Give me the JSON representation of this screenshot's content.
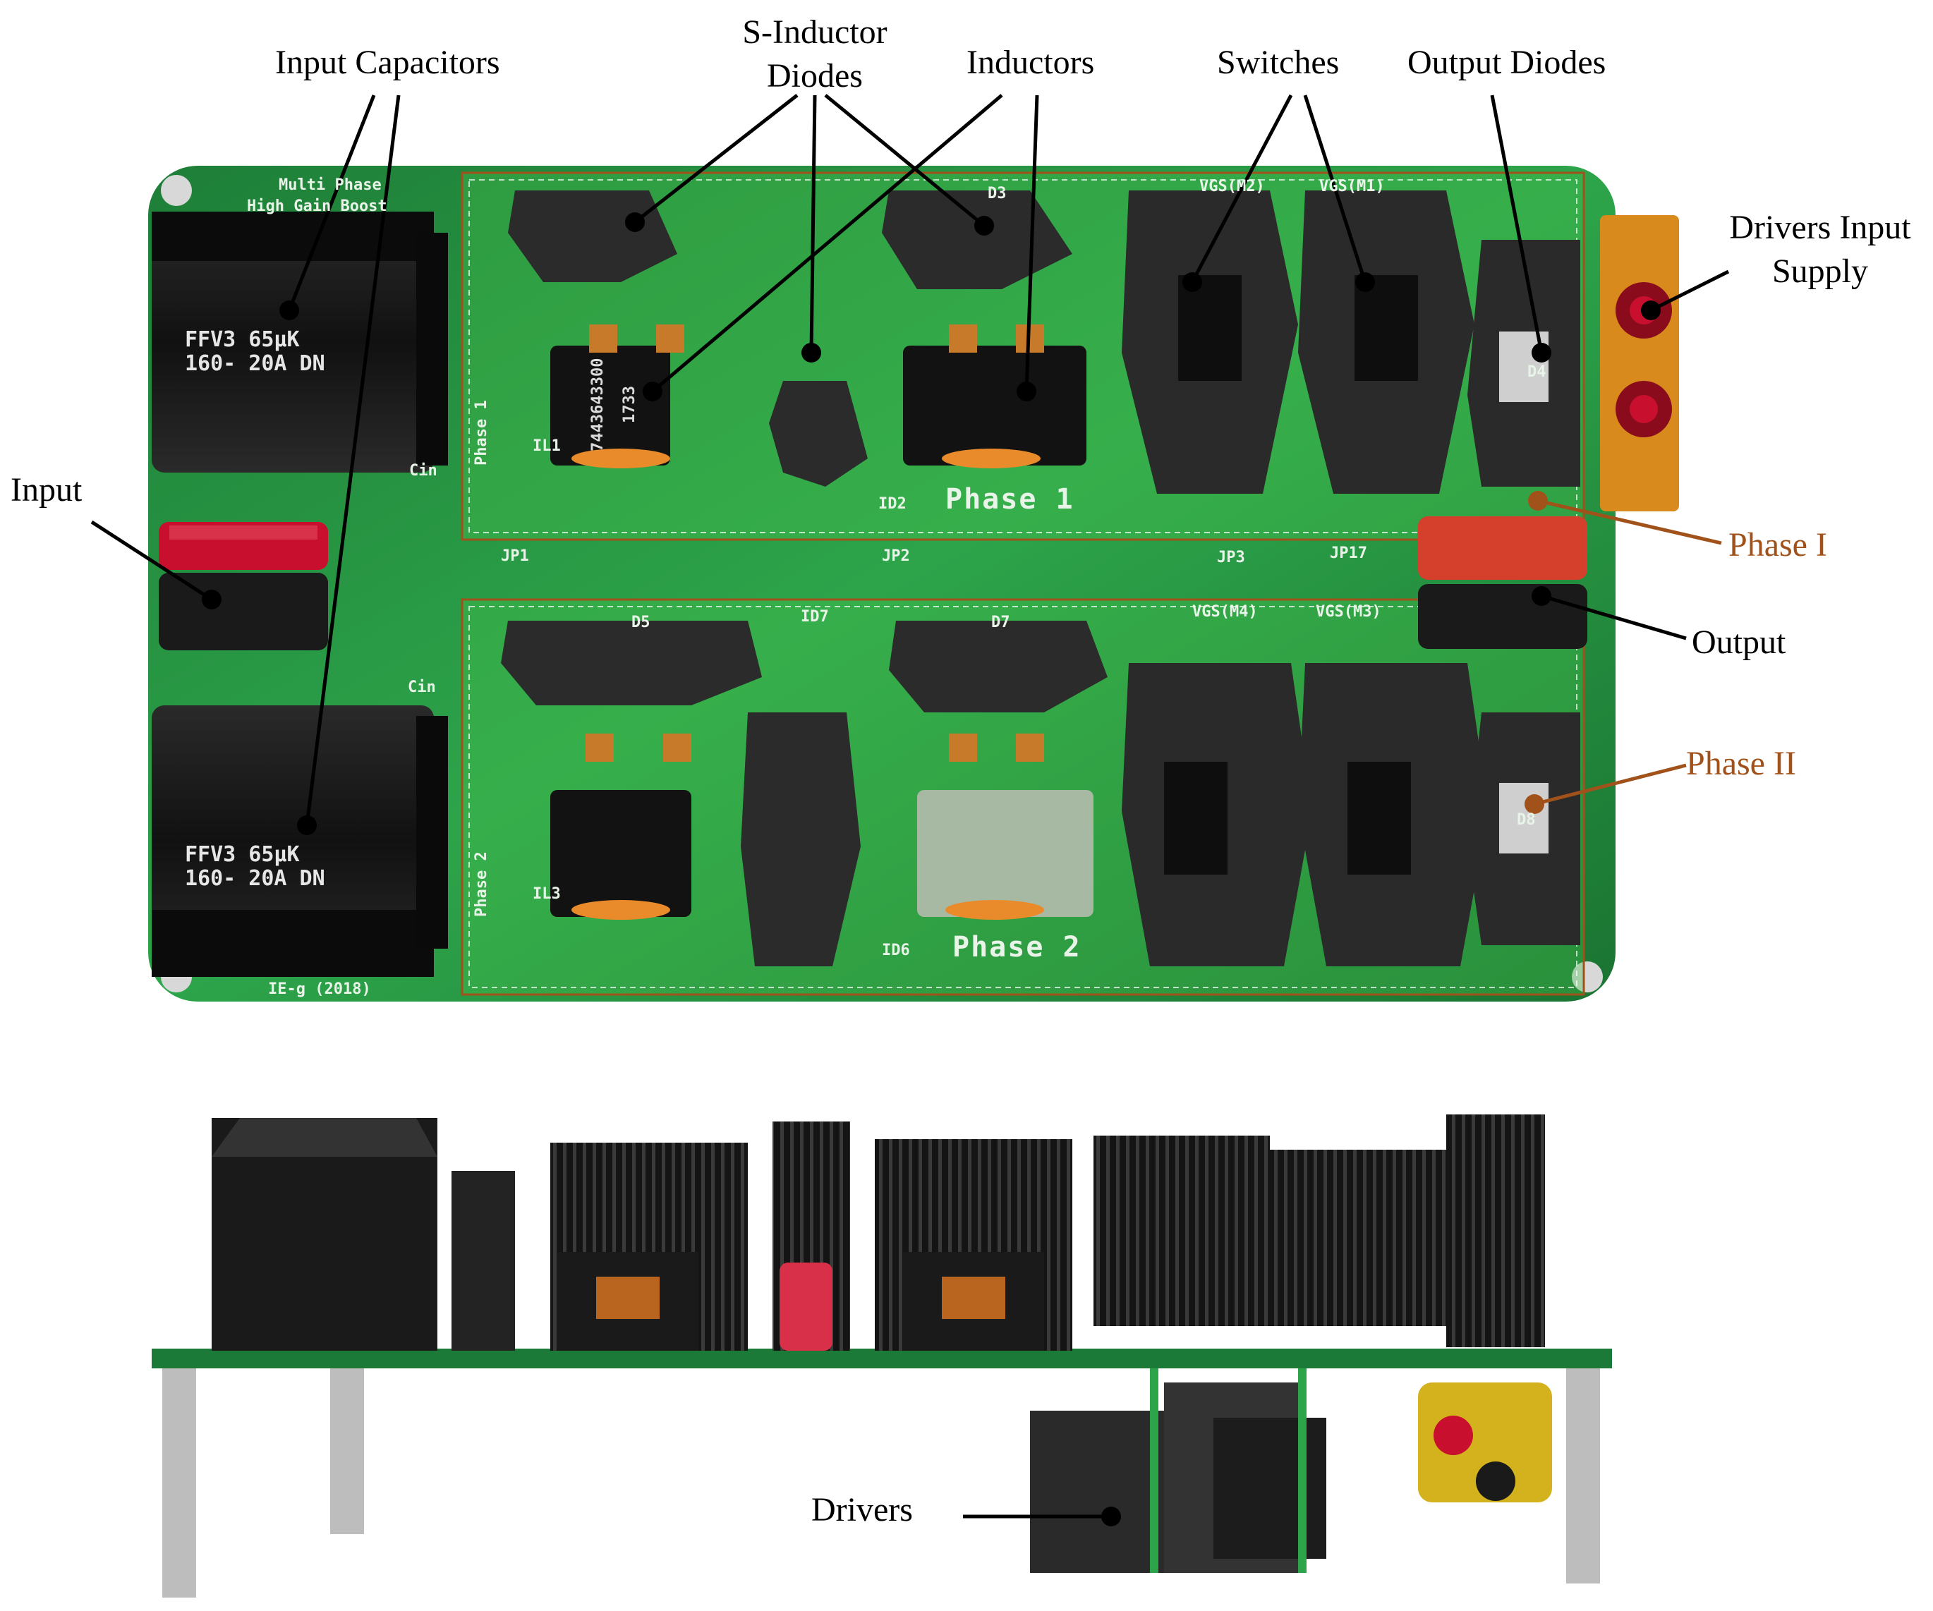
{
  "annotations": {
    "input_capacitors": "Input Capacitors",
    "s_inductor_diodes_line1": "S-Inductor",
    "s_inductor_diodes_line2": "Diodes",
    "inductors": "Inductors",
    "switches": "Switches",
    "output_diodes": "Output Diodes",
    "drivers_input_supply_line1": "Drivers Input",
    "drivers_input_supply_line2": "Supply",
    "input": "Input",
    "phase_1": "Phase I",
    "output": "Output",
    "phase_2": "Phase II",
    "drivers": "Drivers"
  },
  "board_silkscreen": {
    "title_line1": "Multi Phase",
    "title_line2": "High Gain Boost",
    "phase_1_area": "Phase 1",
    "phase_2_area": "Phase 2",
    "phase_1_side": "Phase 1",
    "phase_2_side": "Phase 2",
    "credit": "IE-g (2018)",
    "cin_top": "Cin",
    "cin_bottom": "Cin",
    "jp1": "JP1",
    "jp2": "JP2",
    "jp3": "JP3",
    "jp17": "JP17",
    "vgs_m4": "VGS(M4)",
    "vgs_m3": "VGS(M3)",
    "vgs_m2": "VGS(M2)",
    "vgs_m1": "VGS(M1)",
    "id2": "ID2",
    "id6": "ID6",
    "id7": "ID7",
    "d5": "D5",
    "d7": "D7",
    "d3": "D3",
    "d4": "D4",
    "d8": "D8",
    "il1": "IL1",
    "il3": "IL3"
  },
  "capacitor_markings": {
    "top_line1": "FFV3 65µK",
    "top_line2": "160- 20A  DN",
    "bottom_line1": "FFV3 65µK",
    "bottom_line2": "160- 20A  DN"
  },
  "inductor_markings": {
    "part_number": "7443643300",
    "date_code": "1733"
  },
  "colors": {
    "pcb_green": "#1c8a3c",
    "phase_box_border": "#a0521a",
    "phase_label": "#a0521a",
    "capacitor_body": "#1a1a1a",
    "heatsink": "#1b1b1b",
    "connector_red": "#c8102e",
    "shield_fill": "#e07a30"
  },
  "icons": {
    "photo": "pcb-photo-icon"
  }
}
